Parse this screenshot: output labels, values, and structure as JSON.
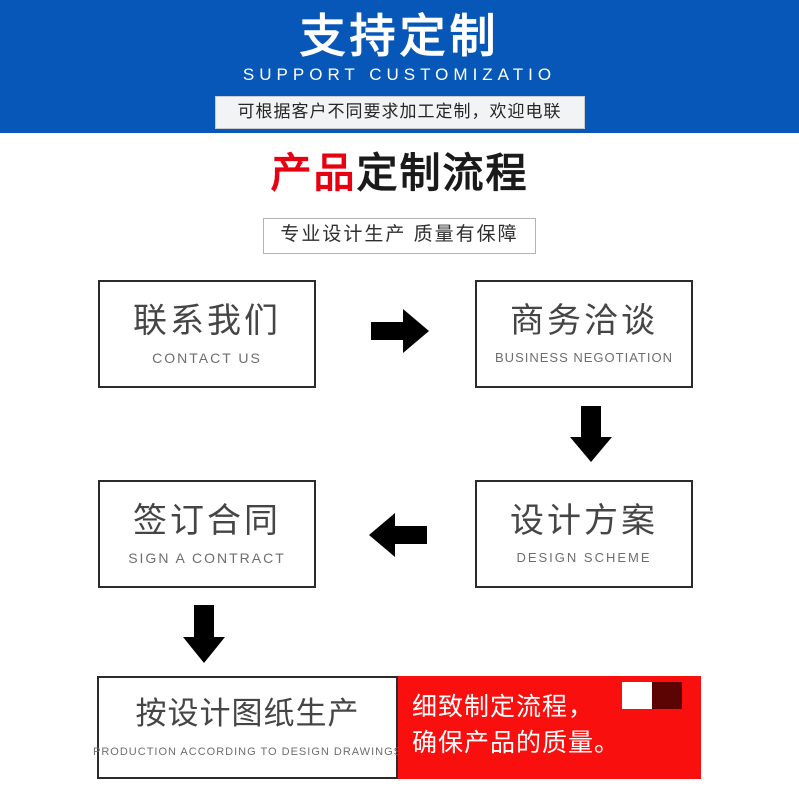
{
  "banner": {
    "title_cn": "支持定制",
    "title_en": "SUPPORT CUSTOMIZATIO",
    "tagline": "可根据客户不同要求加工定制，欢迎电联",
    "bg_color": "#0757b8",
    "tagline_bg_color": "#f2f3f5"
  },
  "section": {
    "title_accent": "产品",
    "title_rest": "定制流程",
    "accent_color": "#e60012",
    "subtitle": "专业设计生产 质量有保障"
  },
  "flow": {
    "steps": [
      {
        "cn": "联系我们",
        "en": "CONTACT US"
      },
      {
        "cn": "商务洽谈",
        "en": "BUSINESS  NEGOTIATION"
      },
      {
        "cn": "设计方案",
        "en": "DESIGN  SCHEME"
      },
      {
        "cn": "签订合同",
        "en": "SIGN A CONTRACT"
      },
      {
        "cn": "按设计图纸生产",
        "en": "PRODUCTION ACCORDING TO DESIGN DRAWINGS"
      }
    ],
    "arrows": [
      {
        "name": "arrow-right-icon",
        "direction": "right"
      },
      {
        "name": "arrow-down-icon",
        "direction": "down"
      },
      {
        "name": "arrow-left-icon",
        "direction": "left"
      },
      {
        "name": "arrow-down-icon",
        "direction": "down"
      }
    ]
  },
  "note": {
    "line1": "细致制定流程，",
    "line2": "确保产品的质量。",
    "bg_color": "#fa0f0f",
    "swatch_light": "#ffffff",
    "swatch_dark": "#5c0404"
  }
}
